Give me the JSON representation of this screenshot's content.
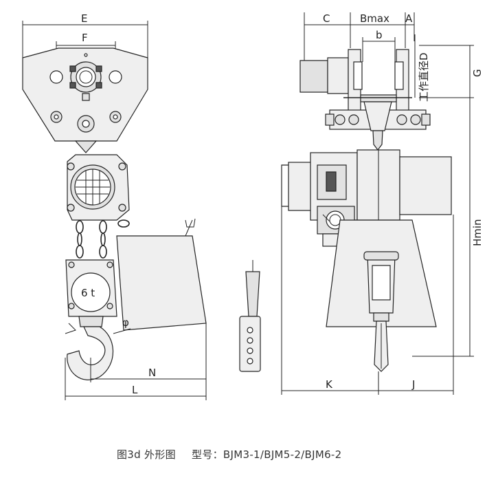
{
  "labels": {
    "E": "E",
    "F": "F",
    "N": "N",
    "L": "L",
    "phi": "φ",
    "C": "C",
    "Bmax": "Bmax",
    "A": "A",
    "b": "b",
    "G": "G",
    "Hmin": "Hmin",
    "K": "K",
    "J": "J",
    "work_dia": "工作直径D",
    "load": "6 t"
  },
  "caption": {
    "figure": "图3d 外形图",
    "model": "型号：BJM3-1/BJM5-2/BJM6-2"
  }
}
